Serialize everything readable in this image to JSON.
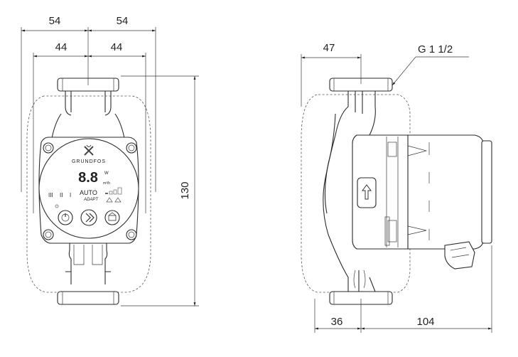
{
  "dimensions": {
    "front_left_outer": "54",
    "front_right_outer": "54",
    "front_left_inner": "44",
    "front_right_inner": "44",
    "front_height": "130",
    "side_top": "47",
    "side_bottom_left": "36",
    "side_bottom_right": "104",
    "thread": "G 1 1/2"
  },
  "control_panel": {
    "brand": "GRUNDFOS",
    "display": "8.8",
    "unit_power": "W",
    "unit_flow": "m³/h",
    "mode_auto": "AUTO",
    "mode_adapt": "ADAPT",
    "curve_marks": [
      "III",
      "II",
      "I"
    ]
  },
  "icons": [
    "grundfos-logo-icon",
    "power-button-icon",
    "arrow-right-button-icon",
    "mode-button-icon",
    "flow-arrow-icon"
  ]
}
